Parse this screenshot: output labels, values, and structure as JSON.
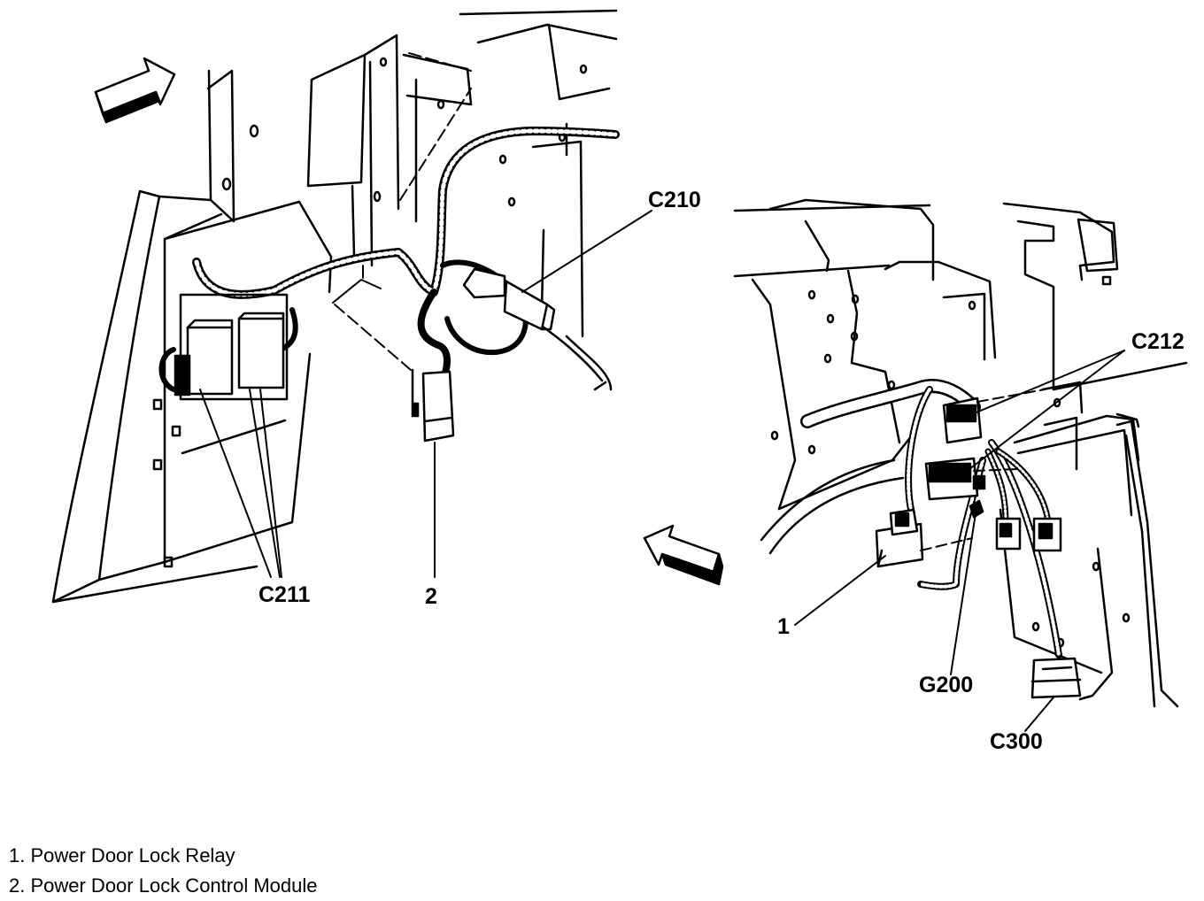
{
  "callouts": {
    "c210": "C210",
    "c211": "C211",
    "c212": "C212",
    "c300": "C300",
    "g200": "G200",
    "item1": "1",
    "item2": "2"
  },
  "legend": {
    "item1": "1. Power Door Lock Relay",
    "item2": "2. Power Door Lock Control Module"
  },
  "colors": {
    "line": "#000000",
    "background": "#ffffff"
  }
}
